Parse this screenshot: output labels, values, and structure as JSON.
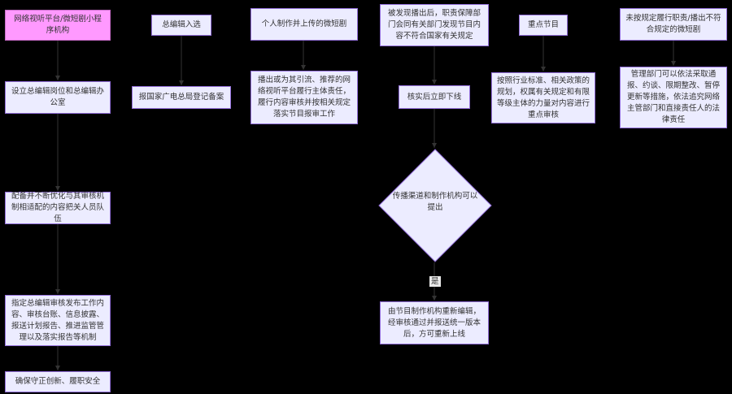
{
  "flowchart": {
    "nodes": {
      "n1": "网络视听平台/微短剧小程序机构",
      "n2": "设立总编辑岗位和总编辑办公室",
      "n3": "配备并不断优化与其审核机制相适配的内容把关人员队伍",
      "n4": "指定总编辑审核发布工作内容、审核台账、信息披露、报送计划报告、推进监管管理以及落实报告等机制",
      "n5": "确保守正创新、履职安全",
      "n6": "总编辑入选",
      "n7": "报国家广电总局登记备案",
      "n8": "个人制作并上传的微短剧",
      "n9": "播出或为其引流、推荐的网络视听平台履行主体责任，履行内容审核并按相关规定落实节目报审工作",
      "n10": "被发现播出后，职责保障部门会同有关部门发现节目内容不符合国家有关规定",
      "n11": "核实后立即下线",
      "n12": "传播渠道和制作机构可以提出",
      "n13": "由节目制作机构重新编辑，经审核通过并报送统一版本后，方可重新上线",
      "n14": "重点节目",
      "n15": "按照行业标准、相关政策的规划，权属有关规定和有限等级主体的力量对内容进行重点审核",
      "n16": "未按规定履行职责/播出不符合规定的微短剧",
      "n17": "管理部门可以依法采取通报、约谈、限期整改、暂停更新等措施，依法追究网络主管部门和直接责任人的法律责任"
    },
    "edge_labels": {
      "yes": "是"
    }
  }
}
